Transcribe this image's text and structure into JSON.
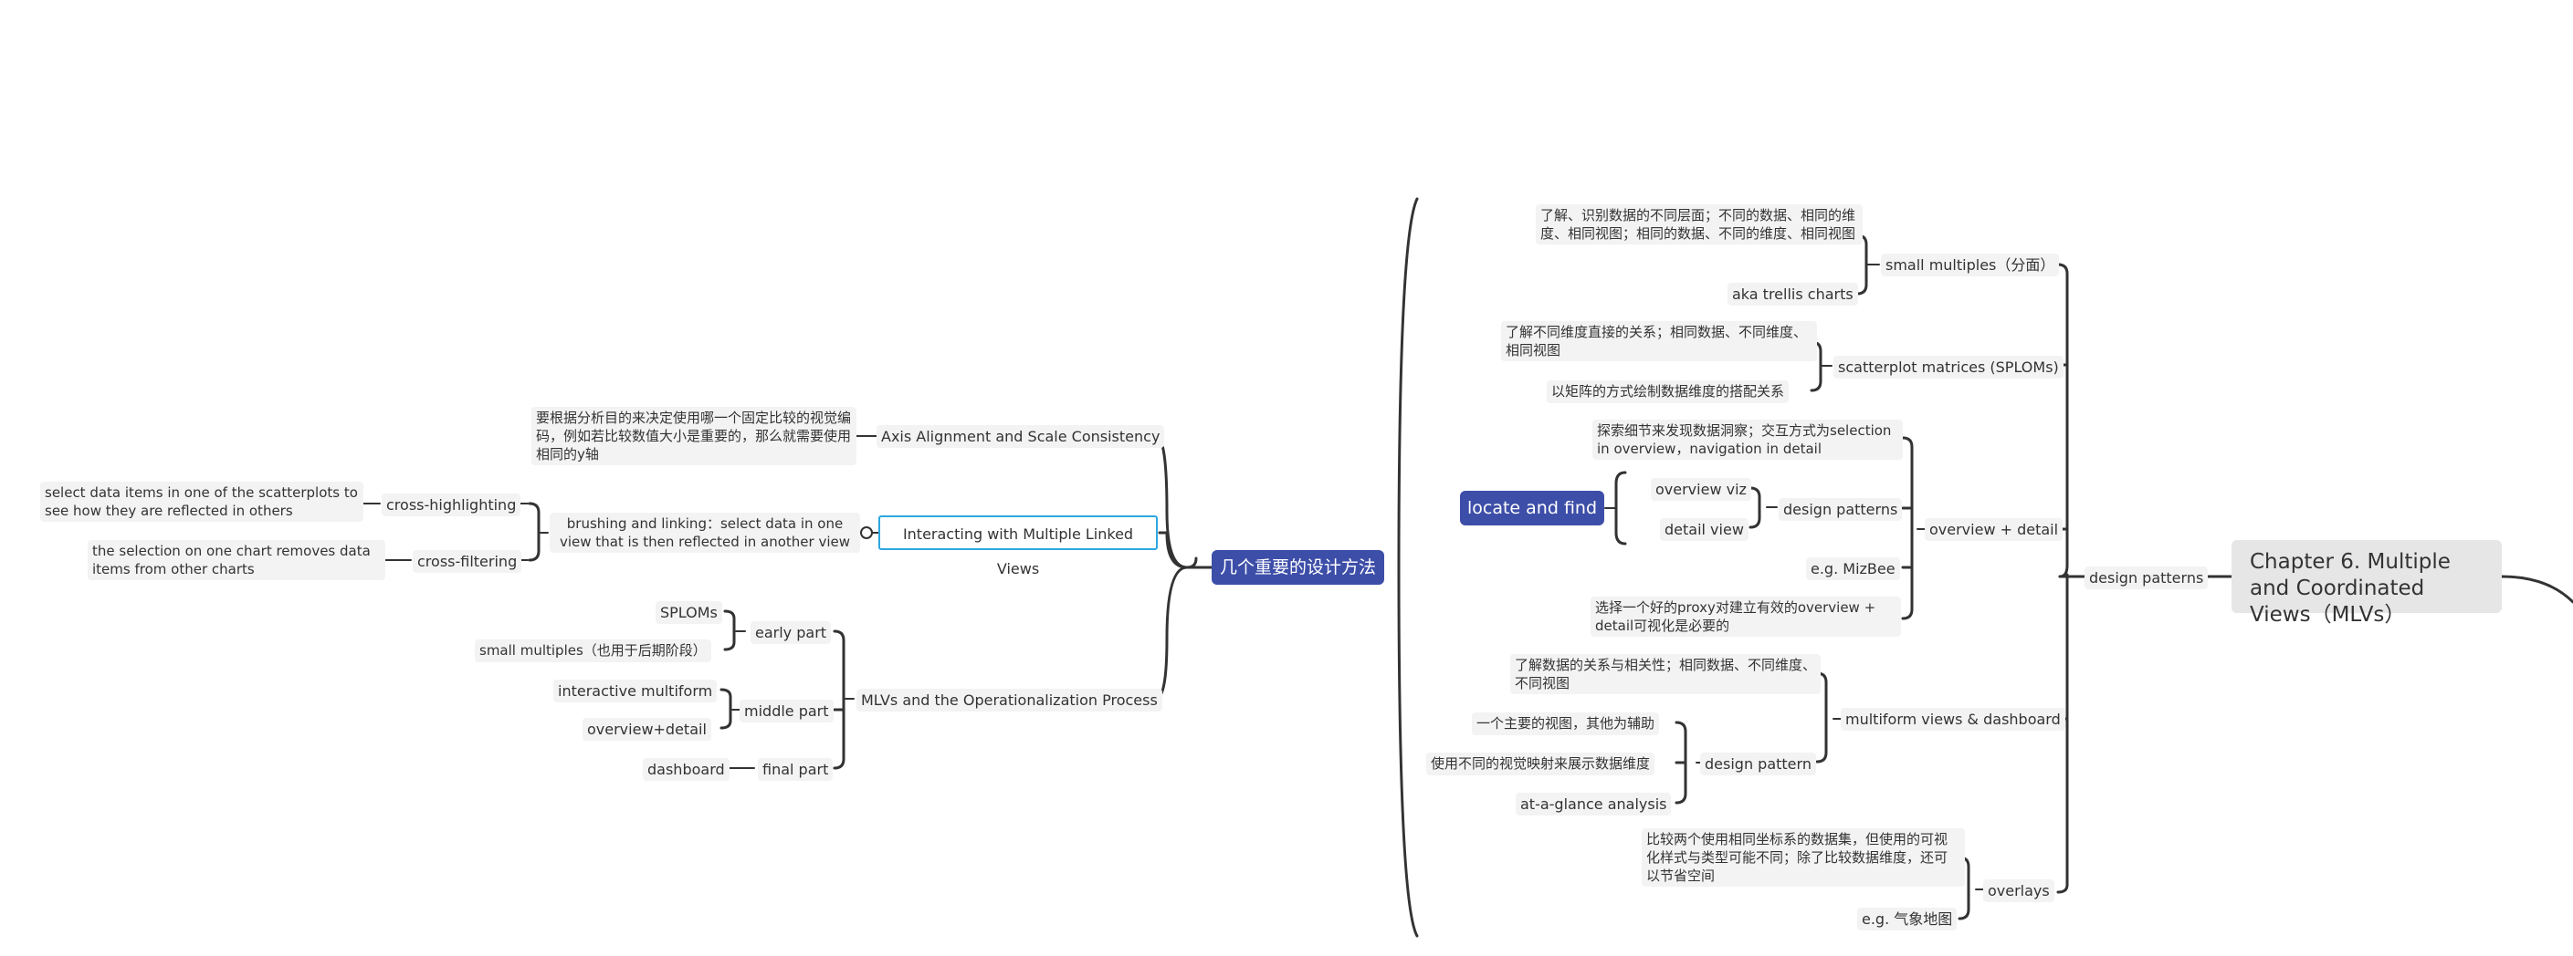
{
  "root": "Chapter 6. Multiple and Coordinated Views（MLVs）",
  "right": {
    "design_patterns": "design patterns",
    "small_multiples": "small multiples（分面）",
    "sm_desc": "了解、识别数据的不同层面；不同的数据、相同的维度、相同视图；相同的数据、不同的维度、相同视图",
    "trellis": "aka trellis charts",
    "splom": "scatterplot matrices (SPLOMs)",
    "splom_desc1": "了解不同维度直接的关系；相同数据、不同维度、相同视图",
    "splom_desc2": "以矩阵的方式绘制数据维度的搭配关系",
    "overview_detail": "overview + detail",
    "od_desc": "探索细节来发现数据洞察；交互方式为selection in overview，navigation in detail",
    "od_design_patterns": "design patterns",
    "overview_viz": "overview viz",
    "detail_view": "detail view",
    "locate_find": "locate and find",
    "mizbee": "e.g. MizBee",
    "proxy": "选择一个好的proxy对建立有效的overview + detail可视化是必要的",
    "multiform": "multiform views & dashboard",
    "mf_desc": "了解数据的关系与相关性；相同数据、不同维度、不同视图",
    "design_pattern": "design pattern",
    "dp1": "一个主要的视图，其他为辅助",
    "dp2": "使用不同的视觉映射来展示数据维度",
    "dp3": "at-a-glance analysis",
    "overlays": "overlays",
    "ov_desc": "比较两个使用相同坐标系的数据集，但使用的可视化样式与类型可能不同；除了比较数据维度，还可以节省空间",
    "weather": "e.g. 气象地图"
  },
  "left": {
    "hub": "几个重要的设计方法",
    "axis": "Axis Alignment and Scale Consistency",
    "axis_desc": "要根据分析目的来决定使用哪一个固定比较的视觉编码，例如若比较数值大小是重要的，那么就需要使用相同的y轴",
    "interacting": "Interacting with Multiple Linked Views",
    "brushing": "brushing and linking：select data in one view that is then reflected in another view",
    "cross_high": "cross-highlighting",
    "cross_high_desc": "select data items in one of the scatterplots to see how they are reflected in others",
    "cross_filter": "cross-filtering",
    "cross_filter_desc": "the selection on one chart removes data items from other charts",
    "mlv_op": "MLVs and the Operationalization Process",
    "early": "early part",
    "sploms": "SPLOMs",
    "small_mult_later": "small multiples（也用于后期阶段）",
    "middle": "middle part",
    "interactive_mf": "interactive multiform",
    "ov_detail": "overview+detail",
    "final": "final part",
    "dashboard": "dashboard"
  }
}
